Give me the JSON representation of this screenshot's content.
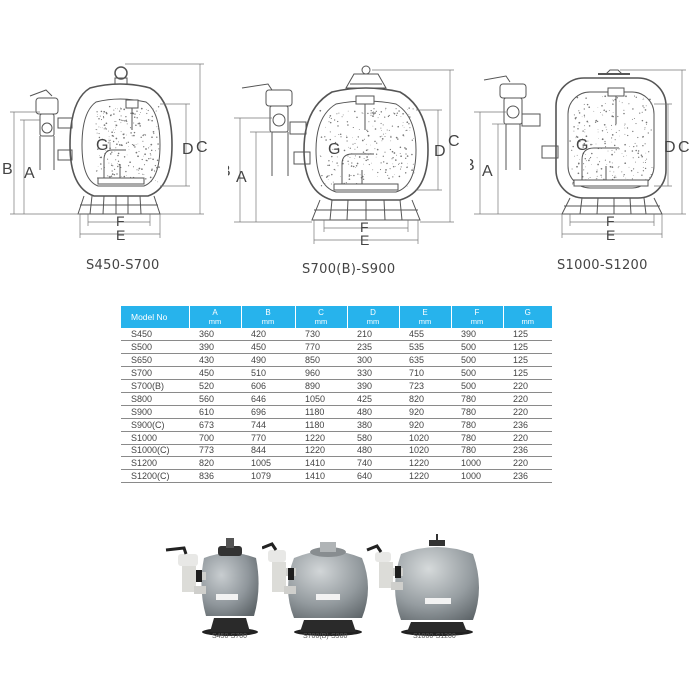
{
  "diagrams": [
    {
      "caption": "S450-S700"
    },
    {
      "caption": "S700(B)-S900"
    },
    {
      "caption": "S1000-S1200"
    }
  ],
  "dimension_labels": {
    "a": "A",
    "b": "B",
    "c": "C",
    "d": "D",
    "e": "E",
    "f": "F",
    "g": "G"
  },
  "table": {
    "headers": [
      {
        "name": "Model No",
        "unit": ""
      },
      {
        "name": "A",
        "unit": "mm"
      },
      {
        "name": "B",
        "unit": "mm"
      },
      {
        "name": "C",
        "unit": "mm"
      },
      {
        "name": "D",
        "unit": "mm"
      },
      {
        "name": "E",
        "unit": "mm"
      },
      {
        "name": "F",
        "unit": "mm"
      },
      {
        "name": "G",
        "unit": "mm"
      }
    ],
    "rows": [
      [
        "S450",
        "360",
        "420",
        "730",
        "210",
        "455",
        "390",
        "125"
      ],
      [
        "S500",
        "390",
        "450",
        "770",
        "235",
        "535",
        "500",
        "125"
      ],
      [
        "S650",
        "430",
        "490",
        "850",
        "300",
        "635",
        "500",
        "125"
      ],
      [
        "S700",
        "450",
        "510",
        "960",
        "330",
        "710",
        "500",
        "125"
      ],
      [
        "S700(B)",
        "520",
        "606",
        "890",
        "390",
        "723",
        "500",
        "220"
      ],
      [
        "S800",
        "560",
        "646",
        "1050",
        "425",
        "820",
        "780",
        "220"
      ],
      [
        "S900",
        "610",
        "696",
        "1180",
        "480",
        "920",
        "780",
        "220"
      ],
      [
        "S900(C)",
        "673",
        "744",
        "1180",
        "380",
        "920",
        "780",
        "236"
      ],
      [
        "S1000",
        "700",
        "770",
        "1220",
        "580",
        "1020",
        "780",
        "220"
      ],
      [
        "S1000(C)",
        "773",
        "844",
        "1220",
        "480",
        "1020",
        "780",
        "236"
      ],
      [
        "S1200",
        "820",
        "1005",
        "1410",
        "740",
        "1220",
        "1000",
        "220"
      ],
      [
        "S1200(C)",
        "836",
        "1079",
        "1410",
        "640",
        "1220",
        "1000",
        "236"
      ]
    ]
  },
  "photos": [
    {
      "caption": "S450-S700"
    },
    {
      "caption": "S700(B)-S900"
    },
    {
      "caption": "S1000-S1200"
    }
  ],
  "colors": {
    "header_bg": "#27b3ec",
    "tank_grey": "#8f969b",
    "line": "#555555"
  }
}
